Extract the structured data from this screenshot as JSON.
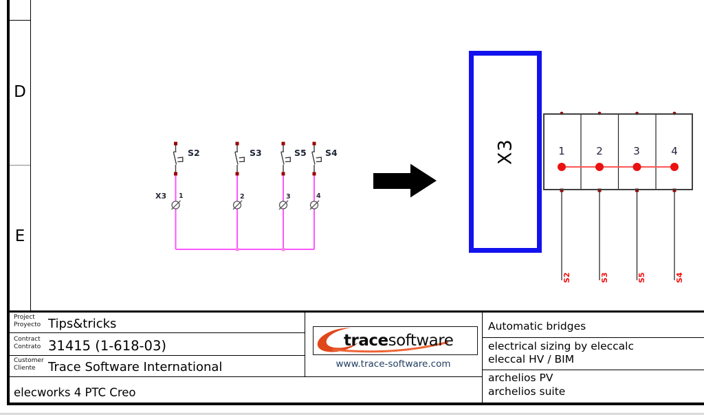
{
  "frame": {
    "row_labels": [
      "D",
      "E"
    ]
  },
  "schematic": {
    "connector_label": "X3",
    "switches": [
      {
        "name": "S2",
        "terminal": "1"
      },
      {
        "name": "S3",
        "terminal": "2"
      },
      {
        "name": "S5",
        "terminal": "3"
      },
      {
        "name": "S4",
        "terminal": "4"
      }
    ]
  },
  "terminal_block": {
    "label": "X3",
    "terminals": [
      {
        "number": "1",
        "wire": "S2"
      },
      {
        "number": "2",
        "wire": "S3"
      },
      {
        "number": "3",
        "wire": "S5"
      },
      {
        "number": "4",
        "wire": "S4"
      }
    ]
  },
  "title_block": {
    "project": {
      "label_en": "Project",
      "label_es": "Proyecto",
      "value": "Tips&tricks"
    },
    "contract": {
      "label_en": "Contract",
      "label_es": "Contrato",
      "value": "31415 (1-618-03)"
    },
    "customer": {
      "label_en": "Customer",
      "label_es": "Cliente",
      "value": "Trace Software International"
    },
    "product": "elecworks 4 PTC Creo",
    "logo": {
      "brand_bold": "trace",
      "brand_regular": "software",
      "website": "www.trace-software.com"
    },
    "features": [
      {
        "lines": [
          "Automatic bridges"
        ]
      },
      {
        "lines": [
          "electrical sizing by eleccalc",
          "eleccal HV / BIM"
        ]
      },
      {
        "lines": [
          "archelios PV",
          "archelios suite"
        ]
      }
    ]
  },
  "colors": {
    "accent_blue": "#1212ee",
    "wire_magenta": "#ff55ff",
    "bridge_red": "#ea1111",
    "dot_dark_red": "#990000",
    "logo_orange": "#e0481c",
    "website_navy": "#1e3a5f"
  }
}
